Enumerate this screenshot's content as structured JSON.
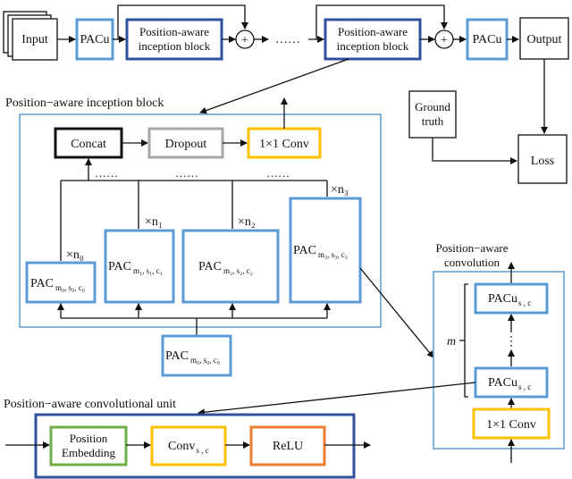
{
  "top": {
    "input": "Input",
    "pacu1": "PACu",
    "block1": [
      "Position-aware",
      "inception block"
    ],
    "dots": "……",
    "block2": [
      "Position-aware",
      "inception block"
    ],
    "pacu2": "PACu",
    "output": "Output",
    "ground_truth": [
      "Ground",
      "truth"
    ],
    "loss": "Loss"
  },
  "inception": {
    "title": "Position−aware inception block",
    "concat": "Concat",
    "dropout": "Dropout",
    "conv1x1": "1×1  Conv",
    "dots": "……",
    "pac": "PAC",
    "branches": [
      {
        "sub": "m₀, s₀, c₀",
        "mult": "×n₀"
      },
      {
        "sub": "m₁, s₁, c₁",
        "mult": "×n₁"
      },
      {
        "sub": "m₂, s₂, c₂",
        "mult": "×n₂"
      },
      {
        "sub": "m₃, s₃, c₃",
        "mult": "×n₃"
      }
    ],
    "bottom_sub": "m₀, s₀, c₀"
  },
  "conv": {
    "title": [
      "Position−aware",
      "convolution"
    ],
    "pacu_top": "PACu",
    "pacu_top_sub": "s , c",
    "vdots": "⋮",
    "m": "m",
    "pacu_bottom": "PACu",
    "pacu_bottom_sub": "s , c",
    "conv1x1": "1×1  Conv"
  },
  "unit": {
    "title": "Position−aware convolutional unit",
    "embedding": [
      "Position",
      "Embedding"
    ],
    "conv": "Conv",
    "conv_sub": "s , c",
    "relu": "ReLU"
  },
  "colors": {
    "light_blue": "#5b9bd5",
    "dark_blue": "#2f4f9f",
    "gray": "#a6a6a6",
    "gold": "#ffc000",
    "green": "#70ad47",
    "orange": "#ed7d31",
    "black": "#111111"
  }
}
